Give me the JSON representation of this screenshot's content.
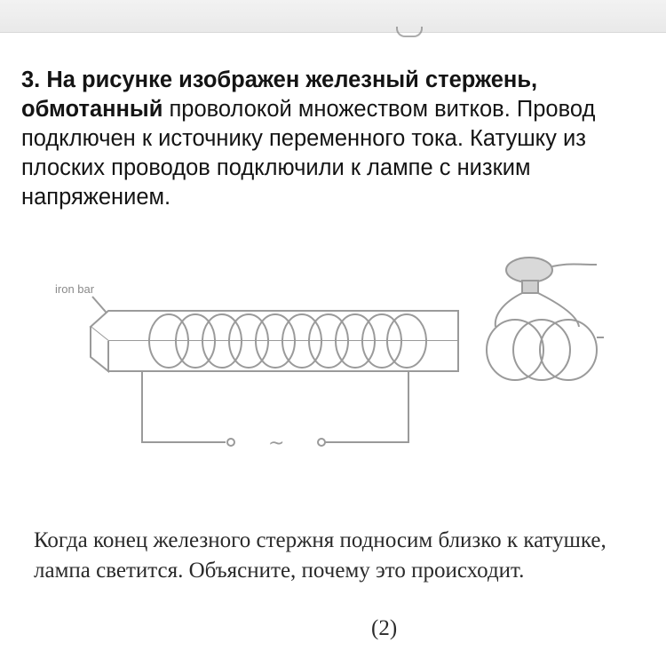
{
  "task": {
    "number": "3.",
    "bold_text": "На рисунке изображен железный стержень, обмотанный",
    "normal_text": "проволокой множеством витков. Провод подключен к источнику переменного тока. Катушку из плоских проводов подключили к лампе с низким напряжением."
  },
  "diagram": {
    "iron_bar_label": "iron bar",
    "ac_symbol": "~"
  },
  "note": {
    "text": "Когда конец железного стержня подносим близко к катушке, лампа светится. Объясните, почему это происходит."
  },
  "score": "(2)"
}
